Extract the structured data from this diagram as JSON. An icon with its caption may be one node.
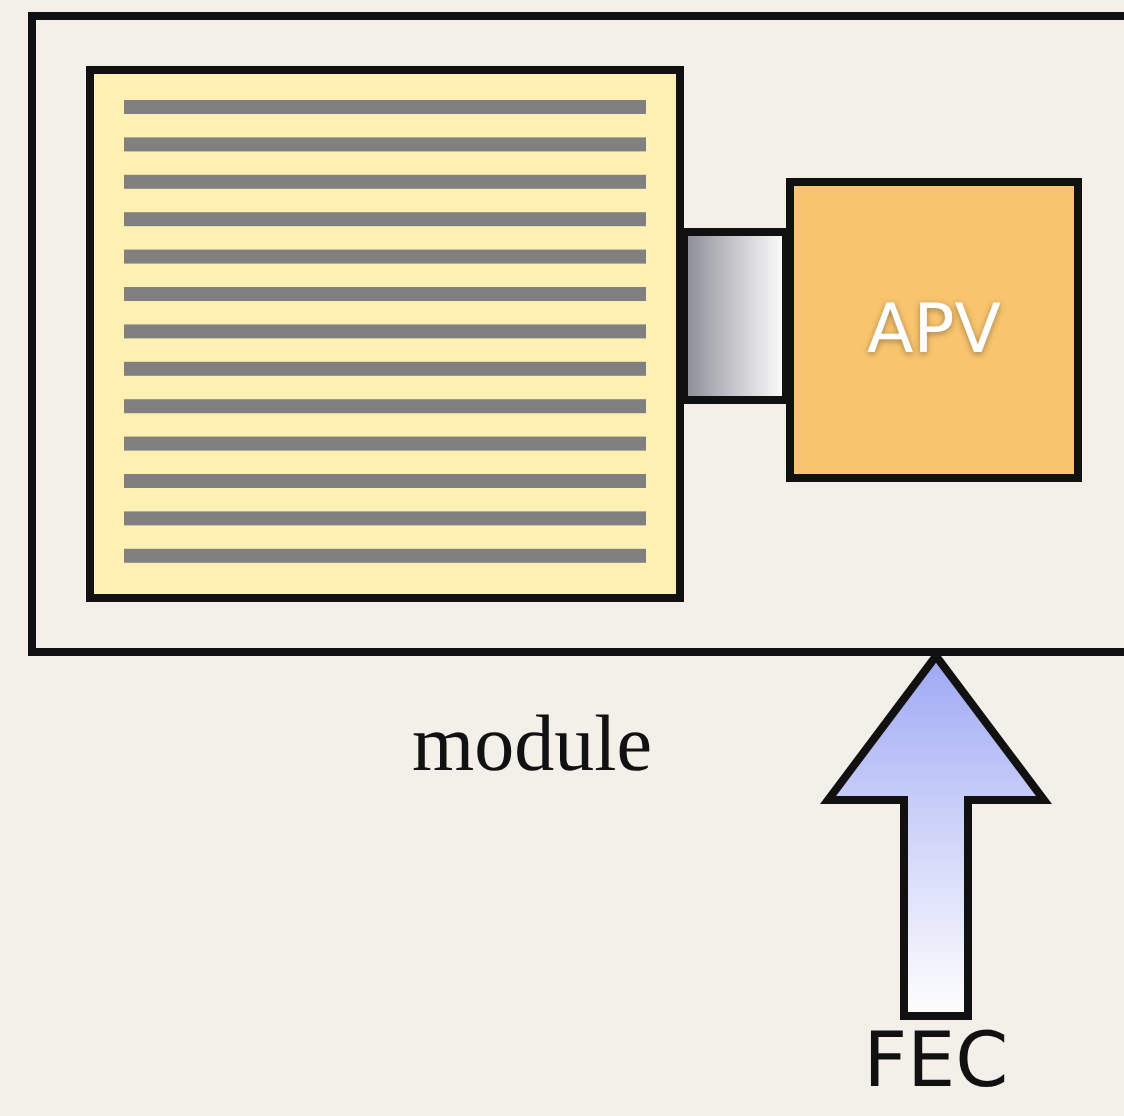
{
  "diagram": {
    "nodes": [
      {
        "text": [
          "module"
        ]
      },
      {
        "text": [],
        "shape": "box",
        "in": 0
      },
      {
        "text": [
          "APV"
        ],
        "in": 0
      },
      {
        "text": [
          "FEC"
        ]
      }
    ],
    "edges": [
      {
        "from": 1,
        "to": 2,
        "arrow": "none",
        "style": "thick",
        "color": "#8a8a96"
      },
      {
        "from": 3,
        "to": 0,
        "arrow": "to",
        "style": "thick",
        "color": "#9ea8f4"
      }
    ]
  }
}
